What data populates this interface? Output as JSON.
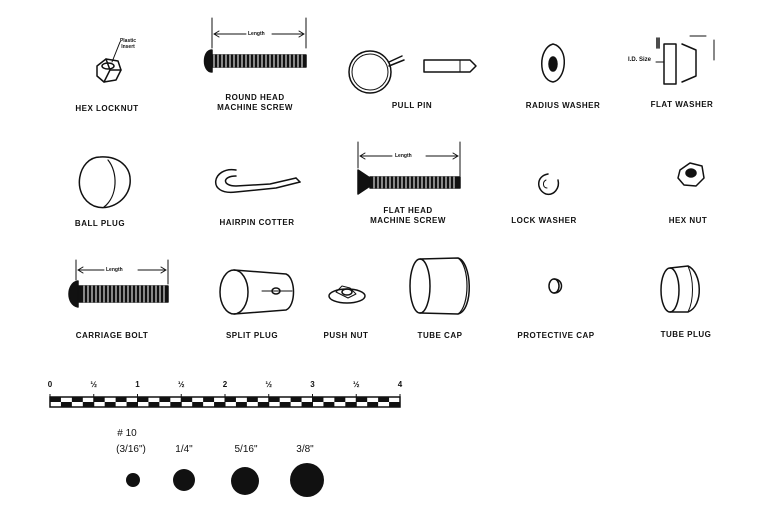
{
  "parts": {
    "hex_locknut": "HEX LOCKNUT",
    "plastic_insert": "Plastic Insert",
    "round_head_l1": "ROUND HEAD",
    "round_head_l2": "MACHINE SCREW",
    "length": "Length",
    "pull_pin": "PULL PIN",
    "radius_washer": "RADIUS WASHER",
    "flat_washer": "FLAT WASHER",
    "id_size": "I.D. Size",
    "ball_plug": "BALL PLUG",
    "hairpin_cotter": "HAIRPIN COTTER",
    "flat_head_l1": "FLAT HEAD",
    "flat_head_l2": "MACHINE SCREW",
    "lock_washer": "LOCK WASHER",
    "hex_nut": "HEX NUT",
    "carriage_bolt": "CARRIAGE BOLT",
    "split_plug": "SPLIT PLUG",
    "push_nut": "PUSH NUT",
    "tube_cap": "TUBE CAP",
    "protective_cap": "PROTECTIVE CAP",
    "tube_plug": "TUBE PLUG"
  },
  "ruler": {
    "ticks": [
      "0",
      "½",
      "1",
      "½",
      "2",
      "½",
      "3",
      "½",
      "4"
    ]
  },
  "sizes": [
    {
      "l1": "# 10",
      "l2": "(3/16\")"
    },
    {
      "l1": "",
      "l2": "1/4\""
    },
    {
      "l1": "",
      "l2": "5/16\""
    },
    {
      "l1": "",
      "l2": "3/8\""
    }
  ]
}
